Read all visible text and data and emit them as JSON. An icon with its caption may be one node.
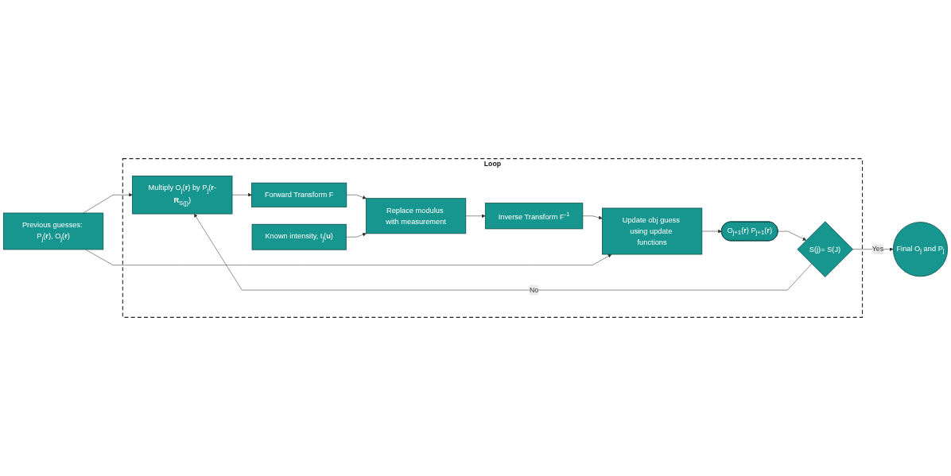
{
  "diagram": {
    "nodes": [
      {
        "text": [
          "Loop"
        ]
      },
      {
        "text": [
          "Multiply O$_{j}$(**r**) by P$_{j}$(**r**-**R**$_{S(j)}$)"
        ],
        "in": 0
      },
      {
        "text": [
          "Forward Transform F"
        ],
        "in": 0
      },
      {
        "text": [
          "Known intensity, I$_{j}$(**u**)"
        ],
        "in": 0
      },
      {
        "text": [
          "Replace modulus with measurement"
        ],
        "in": 0
      },
      {
        "text": [
          "Inverse Transform F$^{-1}$"
        ],
        "in": 0
      },
      {
        "text": [
          "Update obj guess using update functions"
        ],
        "in": 0
      },
      {
        "text": [
          "O$_{j+1}$(**r**) P$_{j+1}$(**r**)"
        ],
        "in": 0
      },
      {
        "text": [
          "S(j)= S(J)"
        ],
        "in": 0
      },
      {
        "text": [
          "Final O$_{j}$ and P$_{j}$"
        ]
      },
      {
        "text": [
          "Previous guesses: P$_{j}$(**r**), O$_{j}$(**r**)"
        ]
      }
    ],
    "edges": [
      {
        "from": 8,
        "to": 1,
        "arrow": "to",
        "label": "No"
      },
      {
        "from": 1,
        "to": 2,
        "arrow": "to"
      },
      {
        "from": 2,
        "to": 4,
        "arrow": "to"
      },
      {
        "from": 3,
        "to": 4,
        "arrow": "to"
      },
      {
        "from": 4,
        "to": 5,
        "arrow": "to"
      },
      {
        "from": 5,
        "to": 6,
        "arrow": "to"
      },
      {
        "from": 6,
        "to": 7,
        "arrow": "to"
      },
      {
        "from": 7,
        "to": 8,
        "arrow": "to"
      },
      {
        "from": 8,
        "to": 9,
        "arrow": "to",
        "label": "Yes"
      },
      {
        "from": 10,
        "to": 1,
        "arrow": "to"
      },
      {
        "from": 10,
        "to": 6,
        "arrow": "to"
      }
    ]
  }
}
